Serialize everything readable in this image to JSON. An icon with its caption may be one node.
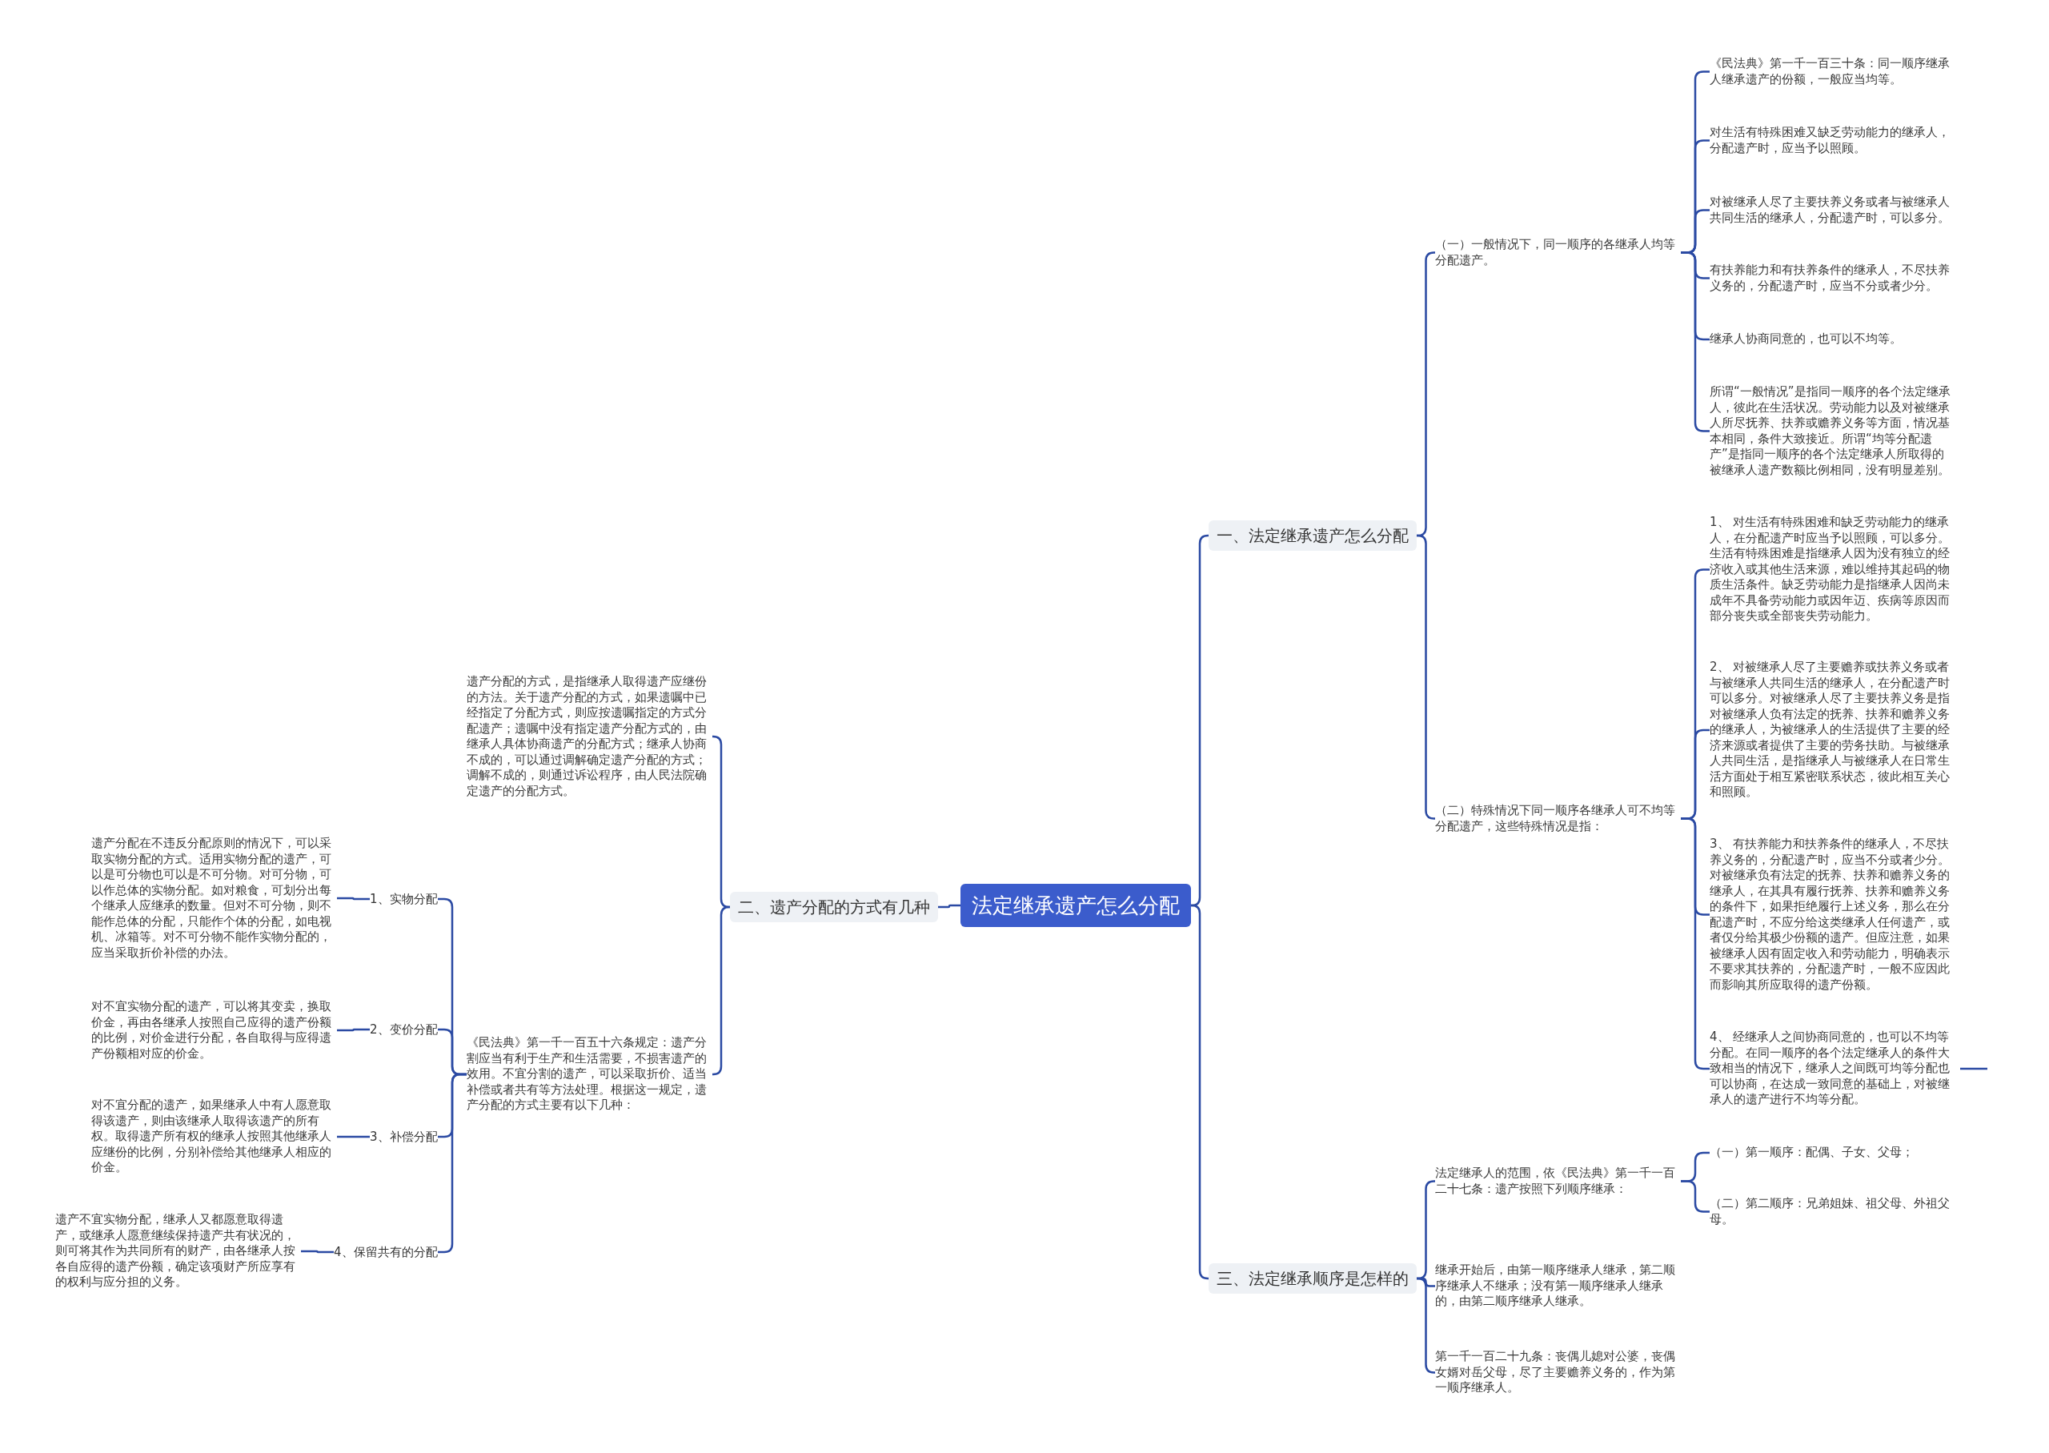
{
  "diagram": {
    "nodes": [
      {
        "text": [
          "法定继承遗产怎么分配"
        ]
      },
      {
        "text": [
          "一、法定继承遗产怎么分配"
        ]
      },
      {
        "text": [
          "（一）一般情况下，同一顺序的各继承人均等分配遗产。"
        ]
      },
      {
        "text": [
          "《民法典》第一千一百三十条：同一顺序继承人继承遗产的份额，一般应当均等。"
        ]
      },
      {
        "text": [
          "对生活有特殊困难又缺乏劳动能力的继承人，分配遗产时，应当予以照顾。"
        ]
      },
      {
        "text": [
          "对被继承人尽了主要扶养义务或者与被继承人共同生活的继承人，分配遗产时，可以多分。"
        ]
      },
      {
        "text": [
          "有扶养能力和有扶养条件的继承人，不尽扶养义务的，分配遗产时，应当不分或者少分。"
        ]
      },
      {
        "text": [
          "继承人协商同意的，也可以不均等。"
        ]
      },
      {
        "text": [
          "所谓“一般情况”是指同一顺序的各个法定继承人，彼此在生活状况。劳动能力以及对被继承人所尽抚养、扶养或赡养义务等方面，情况基本相同，条件大致接近。所谓“均等分配遗产”是指同一顺序的各个法定继承人所取得的被继承人遗产数额比例相同，没有明显差别。"
        ]
      },
      {
        "text": [
          "（二）特殊情况下同一顺序各继承人可不均等分配遗产，这些特殊情况是指："
        ]
      },
      {
        "text": [
          "1、 对生活有特殊困难和缺乏劳动能力的继承人，在分配遗产时应当予以照顾，可以多分。生活有特殊困难是指继承人因为没有独立的经济收入或其他生活来源，难以维持其起码的物质生活条件。缺乏劳动能力是指继承人因尚未成年不具备劳动能力或因年迈、疾病等原因而部分丧失或全部丧失劳动能力。"
        ]
      },
      {
        "text": [
          "2、 对被继承人尽了主要赡养或扶养义务或者与被继承人共同生活的继承人，在分配遗产时可以多分。对被继承人尽了主要扶养义务是指对被继承人负有法定的抚养、扶养和赡养义务的继承人，为被继承人的生活提供了主要的经济来源或者提供了主要的劳务扶助。与被继承人共同生活，是指继承人与被继承人在日常生活方面处于相互紧密联系状态，彼此相互关心和照顾。"
        ]
      },
      {
        "text": [
          "3、 有扶养能力和扶养条件的继承人，不尽扶养义务的，分配遗产时，应当不分或者少分。对被继承负有法定的抚养、扶养和赡养义务的继承人，在其具有履行抚养、扶养和赡养义务的条件下，如果拒绝履行上述义务，那么在分配遗产时，不应分给这类继承人任何遗产，或者仅分给其极少份额的遗产。但应注意，如果被继承人因有固定收入和劳动能力，明确表示不要求其扶养的，分配遗产时，一般不应因此而影响其所应取得的遗产份额。"
        ]
      },
      {
        "text": [
          "4、 经继承人之间协商同意的，也可以不均等分配。在同一顺序的各个法定继承人的条件大致相当的情况下，继承人之间既可均等分配也可以协商，在达成一致同意的基础上，对被继承人的遗产进行不均等分配。"
        ]
      },
      {
        "text": [
          "三、法定继承顺序是怎样的"
        ]
      },
      {
        "text": [
          "法定继承人的范围，依《民法典》第一千一百二十七条：遗产按照下列顺序继承："
        ]
      },
      {
        "text": [
          "（一）第一顺序：配偶、子女、父母；"
        ]
      },
      {
        "text": [
          "（二）第二顺序：兄弟姐妹、祖父母、外祖父母。"
        ]
      },
      {
        "text": [
          "继承开始后，由第一顺序继承人继承，第二顺序继承人不继承；没有第一顺序继承人继承的，由第二顺序继承人继承。"
        ]
      },
      {
        "text": [
          "第一千一百二十九条：丧偶儿媳对公婆，丧偶女婿对岳父母，尽了主要赡养义务的，作为第一顺序继承人。"
        ]
      },
      {
        "text": [
          "二、遗产分配的方式有几种"
        ]
      },
      {
        "text": [
          "遗产分配的方式，是指继承人取得遗产应继份的方法。关于遗产分配的方式，如果遗嘱中已经指定了分配方式，则应按遗嘱指定的方式分配遗产；遗嘱中没有指定遗产分配方式的，由继承人具体协商遗产的分配方式；继承人协商不成的，可以通过调解确定遗产分配的方式；调解不成的，则通过诉讼程序，由人民法院确定遗产的分配方式。"
        ]
      },
      {
        "text": [
          "《民法典》第一千一百五十六条规定：遗产分割应当有利于生产和生活需要，不损害遗产的效用。不宜分割的遗产，可以采取折价、适当补偿或者共有等方法处理。根据这一规定，遗产分配的方式主要有以下几种："
        ]
      },
      {
        "text": [
          "1、实物分配"
        ]
      },
      {
        "text": [
          "遗产分配在不违反分配原则的情况下，可以采取实物分配的方式。适用实物分配的遗产，可以是可分物也可以是不可分物。对可分物，可以作总体的实物分配。如对粮食，可划分出每个继承人应继承的数量。但对不可分物，则不能作总体的分配，只能作个体的分配，如电视机、冰箱等。对不可分物不能作实物分配的，应当采取折价补偿的办法。"
        ]
      },
      {
        "text": [
          "2、变价分配"
        ]
      },
      {
        "text": [
          "对不宜实物分配的遗产，可以将其变卖，换取价金，再由各继承人按照自己应得的遗产份额的比例，对价金进行分配，各自取得与应得遗产份额相对应的价金。"
        ]
      },
      {
        "text": [
          "3、补偿分配"
        ]
      },
      {
        "text": [
          "对不宜分配的遗产，如果继承人中有人愿意取得该遗产，则由该继承人取得该遗产的所有权。取得遗产所有权的继承人按照其他继承人应继份的比例，分别补偿给其他继承人相应的价金。"
        ]
      },
      {
        "text": [
          "4、保留共有的分配"
        ]
      },
      {
        "text": [
          "遗产不宜实物分配，继承人又都愿意取得遗产，或继承人愿意继续保持遗产共有状况的，则可将其作为共同所有的财产，由各继承人按各自应得的遗产份额，确定该项财产所应享有的权利与应分担的义务。"
        ]
      }
    ],
    "edges": [
      {
        "from": 0,
        "to": 1,
        "arrow": "none"
      },
      {
        "from": 1,
        "to": 2,
        "arrow": "none"
      },
      {
        "from": 2,
        "to": 3,
        "arrow": "none"
      },
      {
        "from": 2,
        "to": 4,
        "arrow": "none"
      },
      {
        "from": 2,
        "to": 5,
        "arrow": "none"
      },
      {
        "from": 2,
        "to": 6,
        "arrow": "none"
      },
      {
        "from": 2,
        "to": 7,
        "arrow": "none"
      },
      {
        "from": 2,
        "to": 8,
        "arrow": "none"
      },
      {
        "from": 1,
        "to": 9,
        "arrow": "none"
      },
      {
        "from": 9,
        "to": 10,
        "arrow": "none"
      },
      {
        "from": 9,
        "to": 11,
        "arrow": "none"
      },
      {
        "from": 9,
        "to": 12,
        "arrow": "none"
      },
      {
        "from": 9,
        "to": 13,
        "arrow": "none"
      },
      {
        "from": 13,
        "to": null,
        "arrow": "none"
      },
      {
        "from": 0,
        "to": 14,
        "arrow": "none"
      },
      {
        "from": 14,
        "to": 15,
        "arrow": "none"
      },
      {
        "from": 15,
        "to": 16,
        "arrow": "none"
      },
      {
        "from": 15,
        "to": 17,
        "arrow": "none"
      },
      {
        "from": 14,
        "to": 18,
        "arrow": "none"
      },
      {
        "from": 14,
        "to": 19,
        "arrow": "none"
      },
      {
        "from": 0,
        "to": 20,
        "arrow": "none"
      },
      {
        "from": 20,
        "to": 21,
        "arrow": "none"
      },
      {
        "from": 20,
        "to": 22,
        "arrow": "none"
      },
      {
        "from": 22,
        "to": 23,
        "arrow": "none"
      },
      {
        "from": 23,
        "to": 24,
        "arrow": "none"
      },
      {
        "from": 22,
        "to": 25,
        "arrow": "none"
      },
      {
        "from": 25,
        "to": 26,
        "arrow": "none"
      },
      {
        "from": 22,
        "to": 27,
        "arrow": "none"
      },
      {
        "from": 27,
        "to": 28,
        "arrow": "none"
      },
      {
        "from": 22,
        "to": 29,
        "arrow": "none"
      },
      {
        "from": 29,
        "to": 30,
        "arrow": "none"
      }
    ]
  }
}
